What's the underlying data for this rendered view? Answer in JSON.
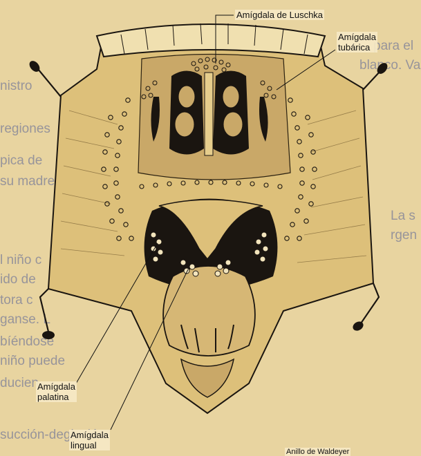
{
  "figure": {
    "labels": {
      "luschka": "Amígdala de Luschka",
      "tubarica_1": "Amígdala",
      "tubarica_2": "tubárica",
      "palatina_1": "Amígdala",
      "palatina_2": "palatina",
      "lingual_1": "Amígdala",
      "lingual_2": "lingual",
      "waldeyer": "Anillo de Waldeyer"
    }
  },
  "background_text": {
    "lines": [
      "para el",
      "blanco. Vamos",
      "nistro",
      "regiones",
      "pica de",
      "su madre",
      "La s",
      "rgen",
      "l niño c",
      "ido de",
      "tora c",
      "ganse. L",
      "bíéndose",
      "niño puede",
      "ducien",
      "succión-deglución"
    ]
  },
  "colors": {
    "paper": "#e8d4a0",
    "tissue": "#ddc07a",
    "ink": "#111111",
    "cavity": "#1a1510",
    "bg_text": "#8a8a9a"
  }
}
